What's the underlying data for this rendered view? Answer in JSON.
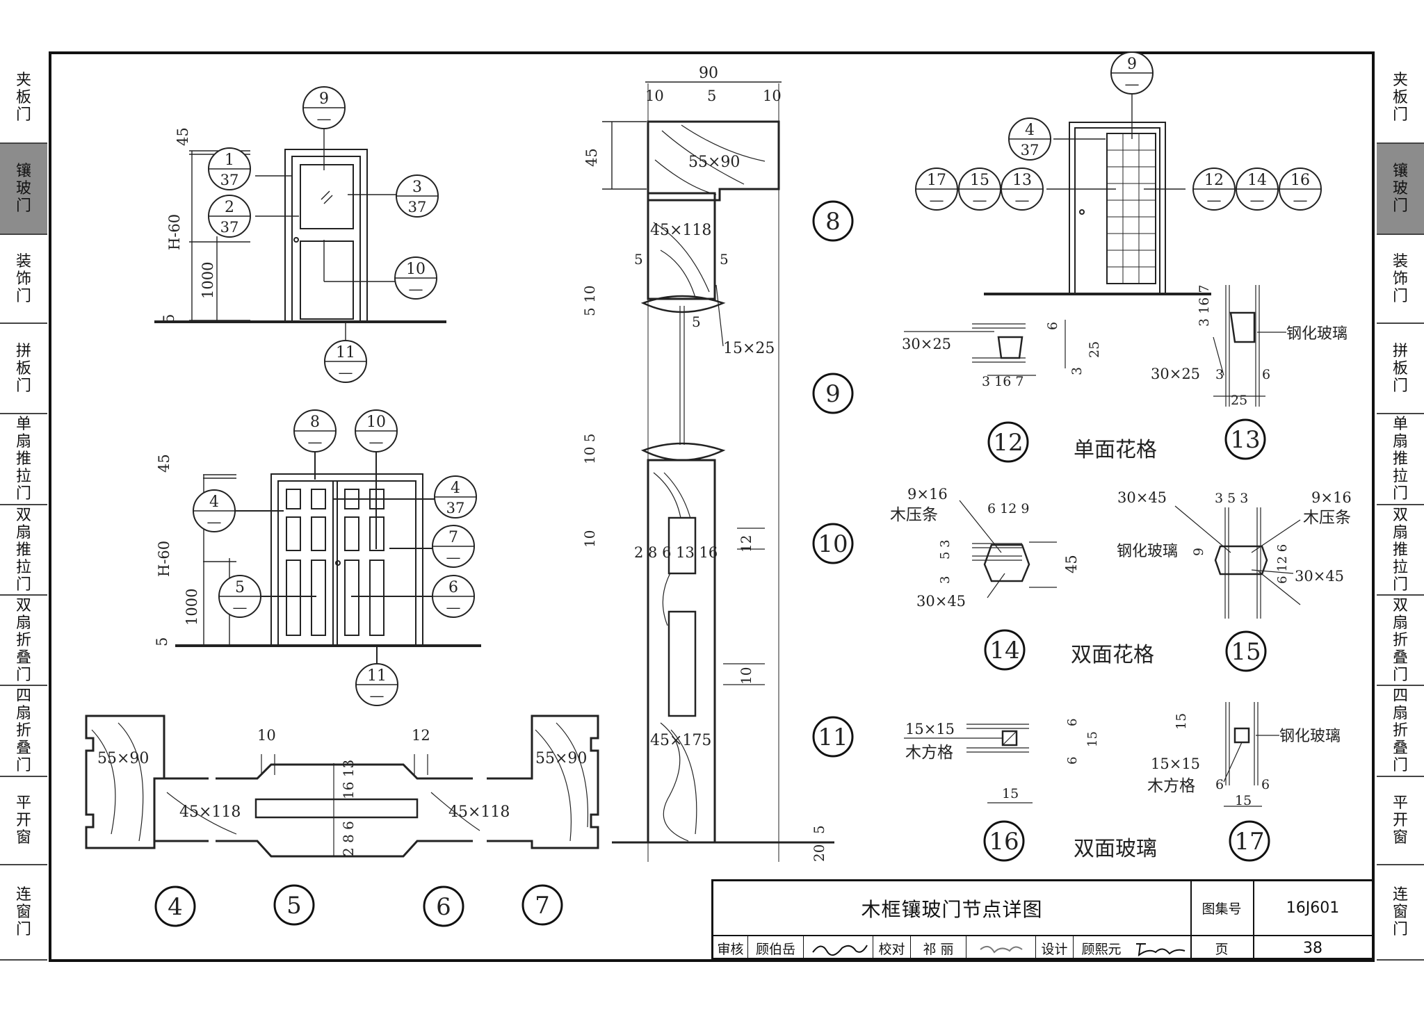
{
  "side_tabs_left": [
    "夹板门",
    "镶玻门",
    "装饰门",
    "拼板门",
    "单扇推拉门",
    "双扇推拉门",
    "双扇折叠门",
    "四扇折叠门",
    "平开窗",
    "连窗门"
  ],
  "side_tabs_right": [
    "夹板门",
    "镶玻门",
    "装饰门",
    "拼板门",
    "单扇推拉门",
    "双扇推拉门",
    "双扇折叠门",
    "四扇折叠门",
    "平开窗",
    "连窗门"
  ],
  "active_tab": "镶玻门",
  "detail_numbers": {
    "d4": "4",
    "d5": "5",
    "d6": "6",
    "d7": "7",
    "d8": "8",
    "d9": "9",
    "d10": "10",
    "d11": "11",
    "d12": "12",
    "d13": "13",
    "d14": "14",
    "d15": "15",
    "d16": "16",
    "d17": "17"
  },
  "callouts": {
    "c9": {
      "top": "9",
      "bottom": "—"
    },
    "c1": {
      "top": "1",
      "bottom": "37"
    },
    "c2": {
      "top": "2",
      "bottom": "37"
    },
    "c3": {
      "top": "3",
      "bottom": "37"
    },
    "c10": {
      "top": "10",
      "bottom": "—"
    },
    "c11": {
      "top": "11",
      "bottom": "—"
    },
    "c8b": {
      "top": "8",
      "bottom": "—"
    },
    "c10b": {
      "top": "10",
      "bottom": "—"
    },
    "c4b": {
      "top": "4",
      "bottom": "—"
    },
    "c4c": {
      "top": "4",
      "bottom": "37"
    },
    "c7b": {
      "top": "7",
      "bottom": "—"
    },
    "c5b": {
      "top": "5",
      "bottom": "—"
    },
    "c6b": {
      "top": "6",
      "bottom": "—"
    },
    "c11b": {
      "top": "11",
      "bottom": "—"
    },
    "c9r": {
      "top": "9",
      "bottom": "—"
    },
    "c4r": {
      "top": "4",
      "bottom": "37"
    },
    "c17r": {
      "top": "17",
      "bottom": "—"
    },
    "c15r": {
      "top": "15",
      "bottom": "—"
    },
    "c13r": {
      "top": "13",
      "bottom": "—"
    },
    "c12r": {
      "top": "12",
      "bottom": "—"
    },
    "c14r": {
      "top": "14",
      "bottom": "—"
    },
    "c16r": {
      "top": "16",
      "bottom": "—"
    }
  },
  "dims": {
    "e1_45": "45",
    "e1_h60": "H-60",
    "e1_1000": "1000",
    "e1_5": "5",
    "e2_45": "45",
    "e2_h60": "H-60",
    "e2_1000": "1000",
    "e2_5": "5",
    "s_90": "90",
    "s_10a": "10",
    "s_5": "5",
    "s_10b": "10",
    "s_45": "45",
    "s_55x90": "55×90",
    "s_45x118": "45×118",
    "s_5l": "5",
    "s_5r": "5",
    "s_510": "5 10",
    "s_5g": "5",
    "s_15x25": "15×25",
    "s_105": "10 5",
    "s_10c": "10",
    "s_12": "12",
    "s_2861316": "2 8 6 13 16",
    "s_10d": "10",
    "s_45x175": "45×175",
    "s_5b": "5",
    "s_20": "20",
    "p_55x90l": "55×90",
    "p_10": "10",
    "p_45x118l": "45×118",
    "p_1613": "16 13",
    "p_286": "2 8 6",
    "p_12": "12",
    "p_45x118r": "45×118",
    "p_55x90r": "55×90",
    "d12_30x25": "30×25",
    "d12_6": "6",
    "d12_25": "25",
    "d12_3r": "3",
    "d12_3167": "3 16 7",
    "d13_3167": "3 16 7",
    "d13_30x25": "30×25",
    "d13_3": "3",
    "d13_6": "6",
    "d13_25": "25",
    "d13_glass": "钢化玻璃",
    "d14_9x16": "9×16",
    "d14_strip": "木压条",
    "d14_6129": "6 12 9",
    "d14_53": "5 3",
    "d14_3": "3",
    "d14_45": "45",
    "d14_30x45": "30×45",
    "d15_30x45t": "30×45",
    "d15_353": "3 5 3",
    "d15_9x16": "9×16",
    "d15_strip": "木压条",
    "d15_9": "9",
    "d15_glass": "钢化玻璃",
    "d15_6126": "6 12 6",
    "d15_30x45b": "30×45",
    "d16_15x15": "15×15",
    "d16_grid": "木方格",
    "d16_6a": "6",
    "d16_15": "15",
    "d16_6b": "6",
    "d16_15b": "15",
    "d17_15": "15",
    "d17_glass": "钢化玻璃",
    "d17_15x15": "15×15",
    "d17_grid": "木方格",
    "d17_6l": "6",
    "d17_6r": "6",
    "d17_15b": "15"
  },
  "captions": {
    "c1": "单面花格",
    "c2": "双面花格",
    "c3": "双面玻璃"
  },
  "title_block": {
    "title": "木框镶玻门节点详图",
    "atlas_label": "图集号",
    "atlas_no": "16J601",
    "review_label": "审核",
    "reviewer": "顾伯岳",
    "check_label": "校对",
    "checker": "祁 丽",
    "design_label": "设计",
    "designer": "顾熙元",
    "page_label": "页",
    "page_no": "38"
  }
}
